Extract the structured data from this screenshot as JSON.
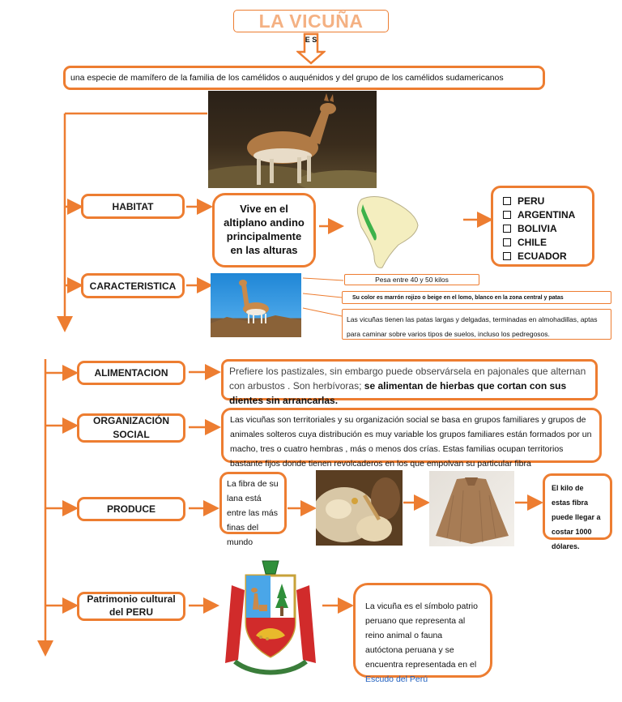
{
  "title": "LA VICUÑA",
  "connector": "E S",
  "definition": "una especie de mamífero  de la familia de los camélidos o auquénidos y del grupo de los camélidos sudamericanos",
  "habitat": {
    "label": "HABITAT",
    "description": "Vive en el altiplano andino principalmente en las alturas",
    "countries": [
      "PERU",
      "ARGENTINA",
      "BOLIVIA",
      "CHILE",
      "ECUADOR"
    ]
  },
  "caracteristica": {
    "label": "CARACTERISTICA",
    "weight": "Pesa entre  40 y 50 kilos",
    "color": "Su color es marrón rojizo o beige en el lomo, blanco en la zona central y patas",
    "legs": "Las vicuñas tienen las patas largas y delgadas, terminadas en almohadillas, aptas para caminar sobre varios tipos de suelos, incluso los pedregosos."
  },
  "alimentacion": {
    "label": "ALIMENTACION",
    "text": "Prefiere los pastizales, sin embargo puede observársela en pajonales que alternan con arbustos . Son herbívoras; ",
    "bold": "se alimentan de hierbas que cortan con sus dientes sin arrancarlas."
  },
  "organizacion": {
    "label": "ORGANIZACIÓN SOCIAL",
    "text": "Las vicuñas son territoriales y su organización social se basa en grupos familiares y grupos de animales solteros cuya distribución es muy variable los grupos familiares están formados por un macho, tres o cuatro hembras , más o menos dos crías. Estas familias ocupan territorios bastante fijos donde tienen revolcaderos en los que empolvan su particular fibra"
  },
  "produce": {
    "label": "PRODUCE",
    "fiber": "La fibra de su lana está entre las más finas del mundo",
    "price": "El kilo de estas fibra puede llegar a costar 1000 dólares."
  },
  "patrimonio": {
    "label": "Patrimonio cultural del PERU",
    "text": "La vicuña es el símbolo patrio peruano que representa al reino animal o fauna autóctona peruana y se encuentra representada en el ",
    "link": "Escudo del Perú"
  },
  "colors": {
    "accent": "#ed7d31",
    "title": "#f4b183",
    "link": "#1f5fbf"
  }
}
